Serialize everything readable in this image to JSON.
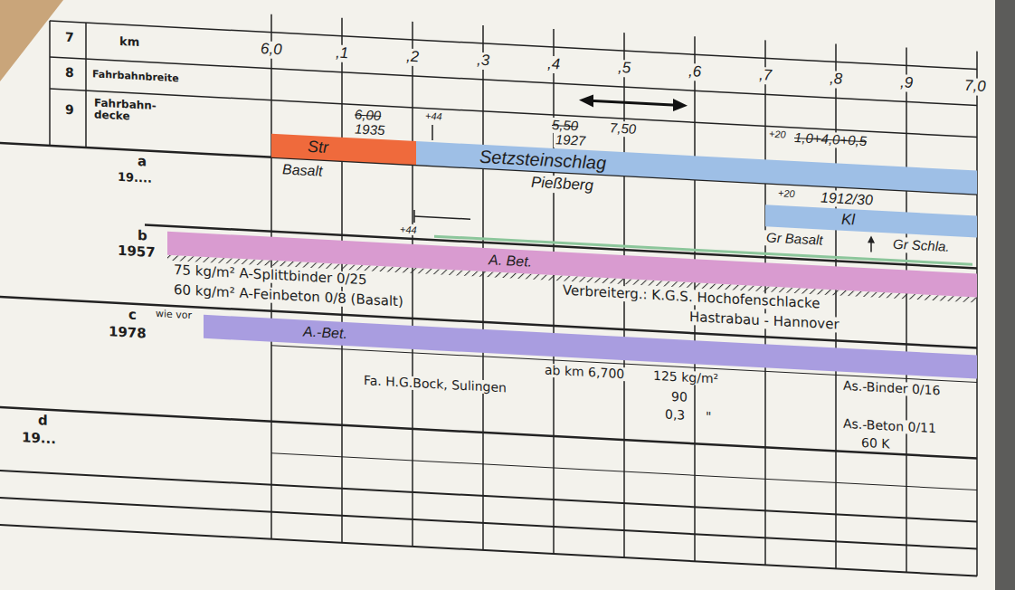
{
  "diagram": {
    "nodes": [
      {
        "text": [
          "Str"
        ]
      },
      {
        "text": [
          "Setzsteinschlag"
        ]
      },
      {
        "text": [
          "Kl"
        ]
      },
      {
        "text": [
          "A. Bet."
        ]
      },
      {
        "text": [
          "A.-Bet."
        ]
      }
    ],
    "labels": [
      "7",
      "km",
      "8",
      "Fahrbahnbreite",
      "9",
      "Fahrbahn- decke",
      "a",
      "19....",
      "b",
      "1957",
      "c",
      "1978",
      "d",
      "19...",
      "6,0",
      ",1",
      ",2",
      ",3",
      ",4",
      ",5",
      ",6",
      ",7",
      ",8",
      ",9",
      "7,0",
      "6,00",
      "+44",
      "5,50",
      "7,50",
      "+20",
      "1,0+4,0+0,5",
      "1935",
      "1927",
      "Basalt",
      "Pießberg",
      "1912/30",
      "Gr Basalt",
      "Gr Schla.",
      "+44",
      "75 kg/m² A-Splittbinder 0/25",
      "Verbreiterg.: K.G.S. Hochofenschlacke",
      "60 kg/m² A-Feinbeton 0/8 (Basalt)",
      "Hastrabau - Hannover",
      "wie vor",
      "ab km 6,700",
      "125 kg/m²",
      "As.-Binder 0/16",
      "Fa. H.G.Bock, Sulingen",
      "90",
      "0,3",
      "\"",
      "As.-Beton 0/11",
      "60 K",
      "+20"
    ]
  }
}
